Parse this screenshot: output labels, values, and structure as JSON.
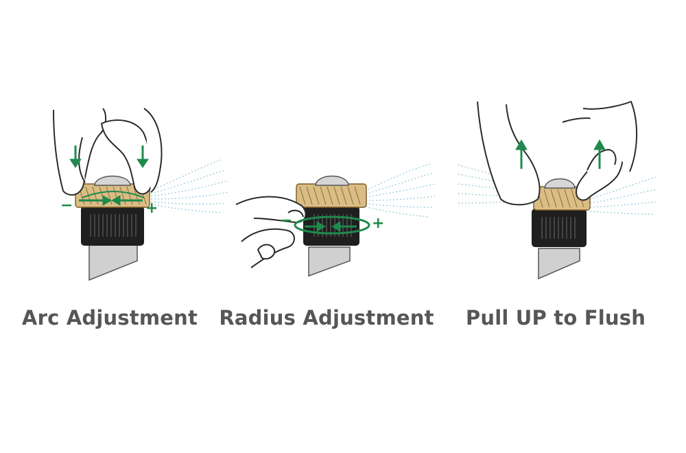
{
  "colors": {
    "arrow_green": "#1f8a4c",
    "brass": "#d9bd85",
    "body_black": "#1f1f1f",
    "stem_gray": "#cfcfcf",
    "spray_blue": "#8fc6da",
    "caption_gray": "#565656"
  },
  "panels": [
    {
      "caption": "Arc Adjustment",
      "minus": "−",
      "plus": "+"
    },
    {
      "caption": "Radius Adjustment",
      "minus": "−",
      "plus": "+"
    },
    {
      "caption": "Pull UP to Flush"
    }
  ]
}
